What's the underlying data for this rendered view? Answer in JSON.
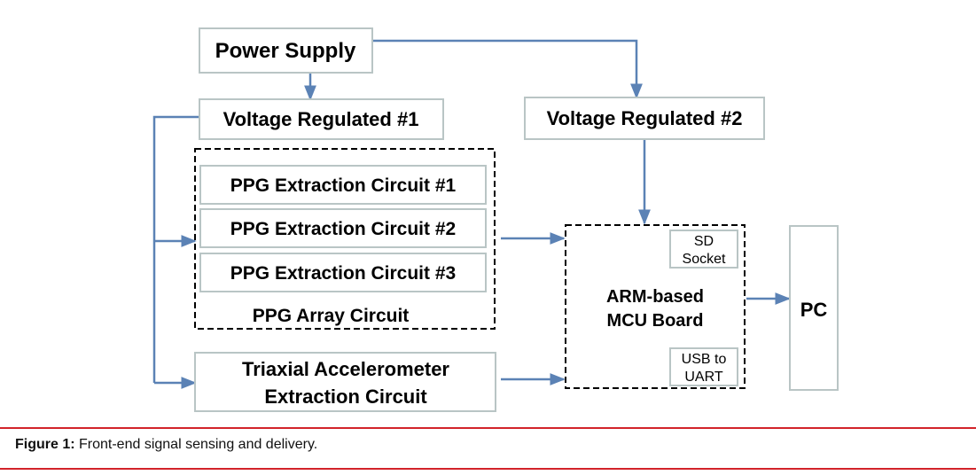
{
  "diagram": {
    "power_supply": "Power Supply",
    "voltage_regulated_1": "Voltage Regulated #1",
    "voltage_regulated_2": "Voltage Regulated #2",
    "ppg_circuit_1": "PPG Extraction Circuit #1",
    "ppg_circuit_2": "PPG Extraction Circuit #2",
    "ppg_circuit_3": "PPG Extraction Circuit #3",
    "ppg_array": "PPG Array Circuit",
    "accel_line1": "Triaxial Accelerometer",
    "accel_line2": "Extraction Circuit",
    "mcu_line1": "ARM-based",
    "mcu_line2": "MCU Board",
    "sd_line1": "SD",
    "sd_line2": "Socket",
    "usb_line1": "USB to",
    "usb_line2": "UART",
    "pc": "PC"
  },
  "caption": {
    "label": "Figure 1:",
    "text": " Front-end signal sensing and delivery."
  },
  "colors": {
    "connector": "#5b82b5",
    "box_border": "#b9c5c5",
    "rule": "#d2232a"
  }
}
